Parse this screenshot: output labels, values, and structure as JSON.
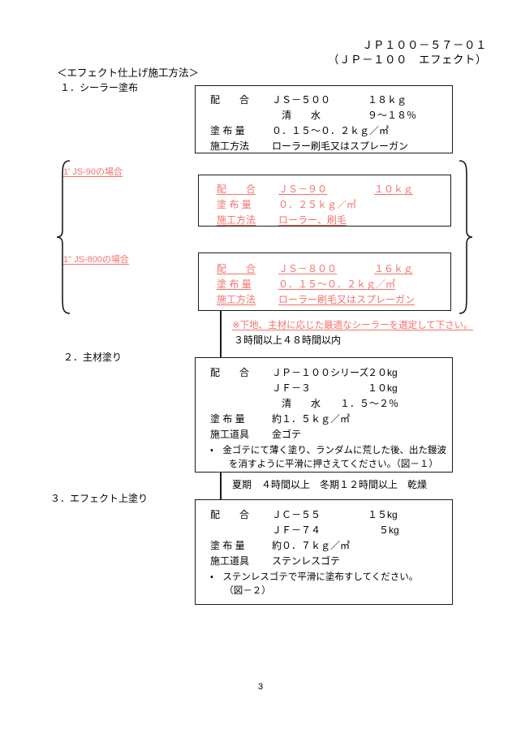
{
  "header": {
    "doc_code_line1": "ＪＰ１００－５７－０１",
    "doc_code_line2": "（ＪＰ－１００　エフェクト）"
  },
  "section_title": "＜エフェクト仕上げ施工方法＞",
  "steps": {
    "step1_label": "１．シーラー塗布",
    "step1alt_a_label": "1'  JS-90の場合",
    "step1alt_b_label": "1\"  JS-800の場合",
    "step2_label": "２．主材塗り",
    "step3_label": "３．エフェクト上塗り"
  },
  "box1": {
    "rows": [
      {
        "label": "配　　合",
        "mid": "ＪＳ－５００",
        "amount": "１８ｋｇ"
      },
      {
        "label": "",
        "mid": "　清　　水",
        "amount": "９～１８％"
      },
      {
        "label": "塗 布 量",
        "mid": "０．１５～０．２ｋｇ／㎡",
        "amount": ""
      },
      {
        "label": "施工方法",
        "mid": "ローラー刷毛又はスプレーガン",
        "amount": ""
      }
    ]
  },
  "box_js90": {
    "rows": [
      {
        "label": "配　　合",
        "mid": "ＪＳ－９０",
        "amount": "１０ｋｇ"
      },
      {
        "label": "塗 布 量",
        "mid": "０．２５ｋｇ／㎡",
        "amount": ""
      },
      {
        "label": "施工方法",
        "mid": "ローラー、刷毛",
        "amount": ""
      }
    ]
  },
  "box_js800": {
    "rows": [
      {
        "label": "配　　合",
        "mid": "ＪＳ－８００",
        "amount": "１６ｋｇ"
      },
      {
        "label": "塗 布 量",
        "mid": "０．１５～０．２ｋｇ／㎡",
        "amount": ""
      },
      {
        "label": "施工方法",
        "mid": "ローラー刷毛又はスプレーガン",
        "amount": ""
      }
    ]
  },
  "notes": {
    "sealer_note_red": "※下地、主材に応じた最適なシーラーを選定して下さい。",
    "cure_time_1": "３時間以上４８時間以内",
    "cure_time_2": "夏期　４時間以上　冬期１２時間以上　乾燥"
  },
  "box2": {
    "rows": [
      {
        "label": "配　　合",
        "mid": "ＪＰ－１００シリーズ",
        "amount": "２０kg"
      },
      {
        "label": "",
        "mid": "ＪＦ－３",
        "amount": "１０kg"
      },
      {
        "label": "",
        "mid": "　清　　水　　１．５～２％",
        "amount": ""
      },
      {
        "label": "塗 布 量",
        "mid": "約１．５ｋｇ／㎡",
        "amount": ""
      },
      {
        "label": "施工道具",
        "mid": "金ゴテ",
        "amount": ""
      }
    ],
    "bullet_line1": "・　金ゴテにて薄く塗り、ランダムに荒した後、出た鏝波",
    "bullet_line2": "　　を消すように平滑に押さえてください。（図－１）"
  },
  "box3": {
    "rows": [
      {
        "label": "配　　合",
        "mid": "ＪＣ－５５",
        "amount": "１５kg"
      },
      {
        "label": "",
        "mid": "ＪＦ－７４",
        "amount": "５kg"
      },
      {
        "label": "塗 布 量",
        "mid": "約０．７ｋｇ／㎡",
        "amount": ""
      },
      {
        "label": "施工道具",
        "mid": "ステンレスゴテ",
        "amount": ""
      }
    ],
    "bullet_line1": "・　ステンレスゴテで平滑に塗布すしてください。",
    "bullet_line2": "　　（図－２）"
  },
  "page_number": "3",
  "colors": {
    "red_annotation": "#f4726b",
    "ink": "#1a1a1a"
  }
}
